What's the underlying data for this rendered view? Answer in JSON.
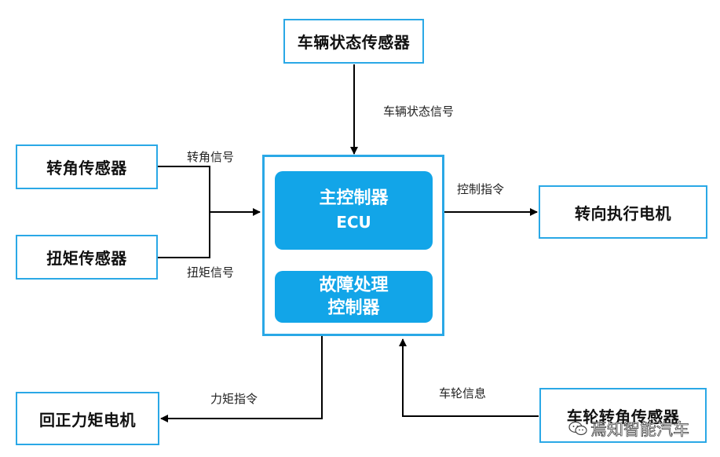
{
  "nodes": {
    "vehicle_state_sensor": "车辆状态传感器",
    "angle_sensor": "转角传感器",
    "torque_sensor": "扭矩传感器",
    "main_controller_line1": "主控制器",
    "main_controller_line2": "ECU",
    "fault_controller_line1": "故障处理",
    "fault_controller_line2": "控制器",
    "steering_motor": "转向执行电机",
    "aligning_motor": "回正力矩电机",
    "wheel_angle_sensor": "车轮转角传感器"
  },
  "edges": {
    "vehicle_state_signal": "车辆状态信号",
    "angle_signal": "转角信号",
    "torque_signal": "扭矩信号",
    "control_command": "控制指令",
    "torque_command": "力矩指令",
    "wheel_info": "车轮信息"
  },
  "watermark": "焉知智能汽车",
  "colors": {
    "border": "#2aa8e6",
    "fill": "#12a5e8",
    "line": "#000000"
  }
}
